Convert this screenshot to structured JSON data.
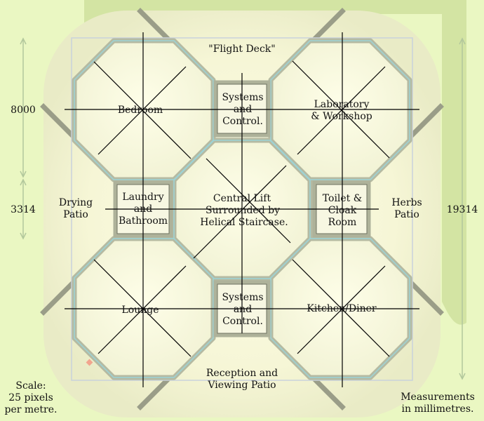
{
  "labels": {
    "flight_deck": "\"Flight Deck\"",
    "bedroom": "Bedroom",
    "lab_1": "Laboratory",
    "lab_2": "& Workshop",
    "sys_top_1": "Systems",
    "sys_top_2": "and",
    "sys_top_3": "Control.",
    "laundry_1": "Laundry",
    "laundry_2": "and",
    "laundry_3": "Bathroom",
    "central_1": "Central Lift",
    "central_2": "Surrounded by",
    "central_3": "Helical Staircase.",
    "toilet_1": "Toilet &",
    "toilet_2": "Cloak",
    "toilet_3": "Room",
    "drying_1": "Drying",
    "drying_2": "Patio",
    "herbs_1": "Herbs",
    "herbs_2": "Patio",
    "lounge": "Lounge",
    "sys_bot_1": "Systems",
    "sys_bot_2": "and",
    "sys_bot_3": "Control.",
    "kitchen": "Kitchen/Diner",
    "reception_1": "Reception and",
    "reception_2": "Viewing Patio"
  },
  "dimensions": {
    "d1": "8000",
    "d2": "3314",
    "total": "19314"
  },
  "notes": {
    "scale_1": "Scale:",
    "scale_2": "25 pixels",
    "scale_3": "per metre.",
    "meas_1": "Measurements",
    "meas_2": "in millimetres."
  },
  "colors": {
    "background": "#eaf7c2",
    "floor": "#fbfbe0",
    "wall": "#b9bea6",
    "glass": "#9cd3d6"
  }
}
